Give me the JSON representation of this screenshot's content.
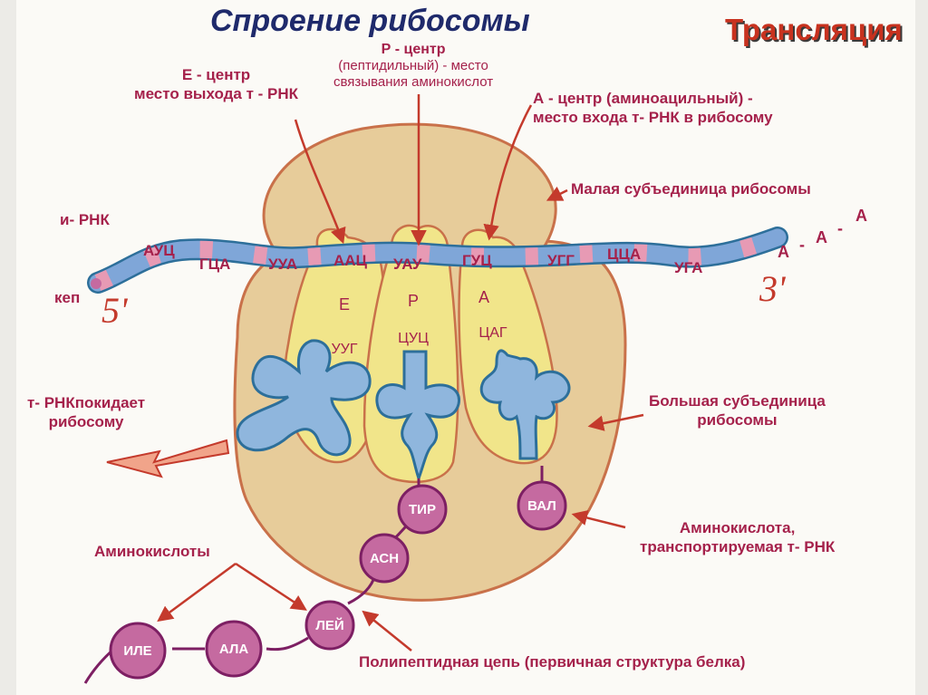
{
  "title": "Спроение рибосомы",
  "badge": "Трансляция",
  "labels": {
    "e_site": [
      "Е - центр",
      "место выхода т - РНК"
    ],
    "p_site": [
      "Р - центр",
      "(пептидильный) - место",
      "связывания аминокислот"
    ],
    "a_site": [
      "А - центр (аминоацильный) -",
      "место входа т- РНК в рибосому"
    ],
    "small_subunit": "Малая субъединица рибосомы",
    "mrna": "и- РНК",
    "cap": "кеп",
    "end5": "5'",
    "end3": "3'",
    "poly_a": [
      "А",
      "-",
      "А",
      "-",
      "А"
    ],
    "trna_leaves": [
      "т- РНКпокидает",
      "рибосому"
    ],
    "large_subunit": [
      "Большая субъединица",
      "рибосомы"
    ],
    "aa_transported": [
      "Аминокислота,",
      "транспортируемая т- РНК"
    ],
    "amino_acids": "Аминокислоты",
    "polypeptide": "Полипептидная цепь (первичная структура белка)"
  },
  "codons": [
    "АУЦ",
    "ГЦА",
    "УУА",
    "ААЦ",
    "УАУ",
    "ГУЦ",
    "УГГ",
    "ЦЦА",
    "УГА"
  ],
  "sites": [
    "Е",
    "Р",
    "А"
  ],
  "anticodons": [
    "УУГ",
    "ЦУЦ",
    "ЦАГ"
  ],
  "amino_acid_beads": [
    "ТИР",
    "ВАЛ",
    "АСН",
    "ЛЕЙ",
    "ИЛЕ",
    "АЛА"
  ],
  "colors": {
    "label": "#a5214b",
    "title": "#1f2a6b",
    "badge": "#c8321f",
    "ribosome": "#e7cc9a",
    "ribosome_outline": "#c9714a",
    "site_fill": "#f1e58a",
    "trna": "#8fb6dd",
    "trna_outline": "#2d6f9a",
    "mrna": "#7fa6d8",
    "bead": "#c56aa0",
    "bead_outline": "#7d1f63",
    "arrow": "#c43a2c"
  }
}
